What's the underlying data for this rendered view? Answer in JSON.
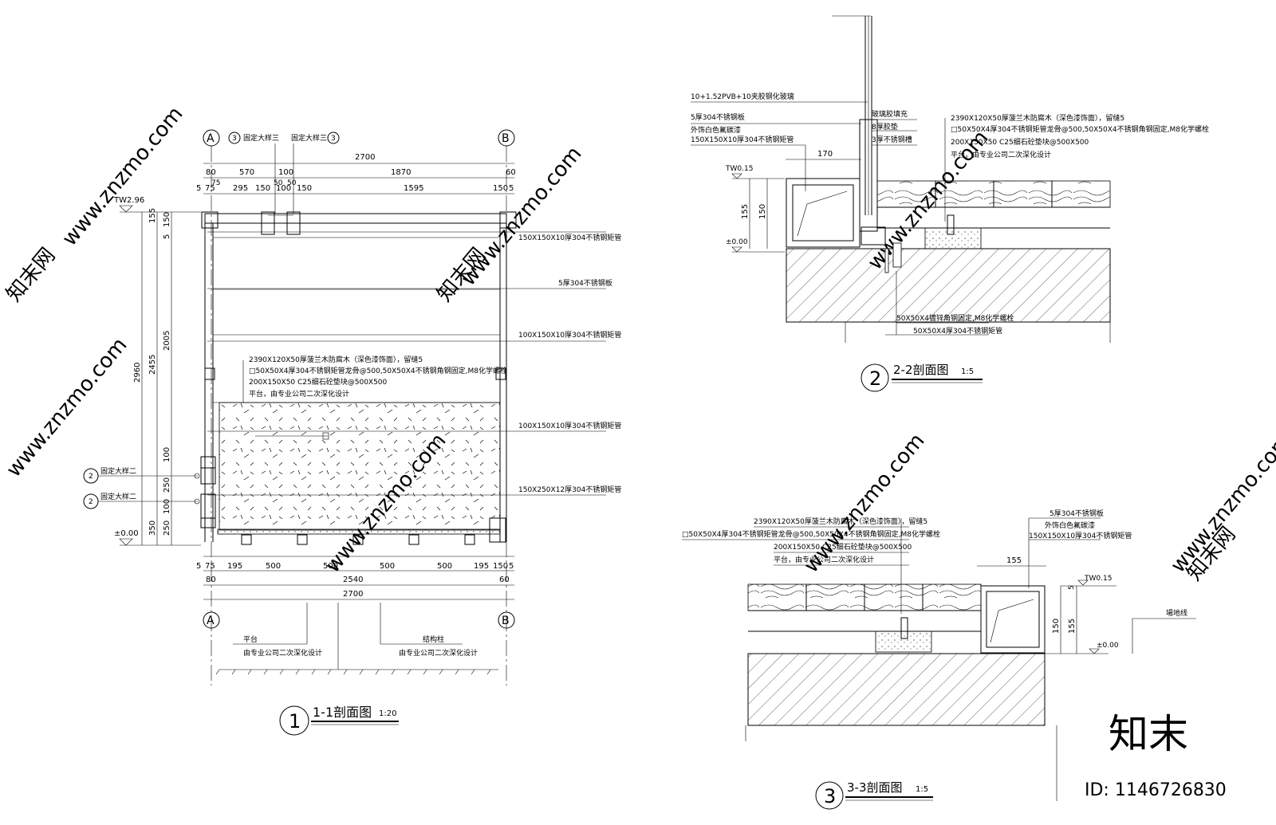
{
  "section1": {
    "grid_a_top": "A",
    "grid_b_top": "B",
    "grid_a_bottom": "A",
    "grid_b_bottom": "B",
    "ref_tag_1": "3",
    "ref_label_1": "固定大样三",
    "ref_tag_2": "3",
    "ref_label_2": "固定大样三",
    "ref_tag_3": "2",
    "ref_label_3": "固定大样二",
    "ref_tag_4": "2",
    "ref_label_4": "固定大样二",
    "dims_top_total": "2700",
    "dims_top_row1": [
      "80",
      "570",
      "100",
      "1870",
      "60"
    ],
    "dims_top_row2": [
      "5",
      "75",
      "295",
      "150",
      "100",
      "150",
      "1595",
      "150",
      "5"
    ],
    "dims_top_small": [
      "75",
      "50",
      "50"
    ],
    "dims_left_outer": "2960",
    "dims_left_mid": [
      "155",
      "2455"
    ],
    "dims_left_inner": [
      "150",
      "5",
      "2005",
      "100",
      "250",
      "100",
      "250",
      "350"
    ],
    "dims_bottom_row1": [
      "5",
      "75",
      "195",
      "500",
      "500",
      "500",
      "500",
      "195",
      "150",
      "5"
    ],
    "dims_bottom_row2": [
      "80",
      "2540",
      "60"
    ],
    "dims_bottom_total": "2700",
    "elev_top": "TW2.96",
    "elev_zero": "±0.00",
    "callout_right": [
      "150X150X10厚304不锈钢矩管",
      "5厚304不锈钢板",
      "100X150X10厚304不锈钢矩管",
      "100X150X10厚304不锈钢矩管",
      "150X250X12厚304不锈钢矩管"
    ],
    "notes": [
      "2390X120X50厚菠兰木防腐木（深色漆饰面），留缝5",
      "□50X50X4厚304不锈钢矩管龙骨@500,50X50X4不锈钢角钢固定,M8化学螺栓",
      "200X150X50 C25细石砼垫块@500X500",
      "平台，由专业公司二次深化设计"
    ],
    "bottom_note_1": "平台",
    "bottom_note_1b": "由专业公司二次深化设计",
    "bottom_note_2": "结构柱",
    "bottom_note_2b": "由专业公司二次深化设计",
    "title_num": "1",
    "title": "1-1剖面图",
    "scale": "1:20"
  },
  "section2": {
    "callouts_left": [
      "10+1.52PVB+10夹胶钢化玻璃",
      "5厚304不锈钢板",
      "外饰白色氟碳漆",
      "150X150X10厚304不锈钢矩管"
    ],
    "callouts_mid": [
      "玻璃胶填充",
      "8厚胶垫",
      "3厚不锈钢槽"
    ],
    "notes": [
      "2390X120X50厚菠兰木防腐木（深色漆饰面），留缝5",
      "□50X50X4厚304不锈钢矩管龙骨@500,50X50X4不锈钢角钢固定,M8化学螺栓",
      "200X150X50 C25细石砼垫块@500X500",
      "平台，由专业公司二次深化设计"
    ],
    "dim_170": "170",
    "dim_left": [
      "155",
      "150"
    ],
    "elev_top": "TW0.15",
    "elev_zero": "±0.00",
    "bottom_callouts": [
      "50X50X4镀锌角钢固定,M8化学螺栓",
      "50X50X4厚304不锈钢矩管"
    ],
    "title_num": "2",
    "title": "2-2剖面图",
    "scale": "1:5"
  },
  "section3": {
    "notes": [
      "2390X120X50厚菠兰木防腐木（深色漆饰面），留缝5",
      "□50X50X4厚304不锈钢矩管龙骨@500,50X50X4不锈钢角钢固定,M8化学螺栓",
      "200X150X50 C25细石砼垫块@500X500",
      "平台，由专业公司二次深化设计"
    ],
    "callouts_right": [
      "5厚304不锈钢板",
      "外饰白色氟碳漆",
      "150X150X10厚304不锈钢矩管"
    ],
    "dim_155_top": "155",
    "dim_right": [
      "5",
      "150",
      "155"
    ],
    "elev_top": "TW0.15",
    "elev_zero": "±0.00",
    "ground_label": "場地线",
    "title_num": "3",
    "title": "3-3剖面图",
    "scale": "1:5"
  },
  "watermark": {
    "site": "www.znzmo.com",
    "site_short": "znzmo.com",
    "brand_cn": "知末网",
    "logo": "知末",
    "id": "ID: 1146726830"
  }
}
